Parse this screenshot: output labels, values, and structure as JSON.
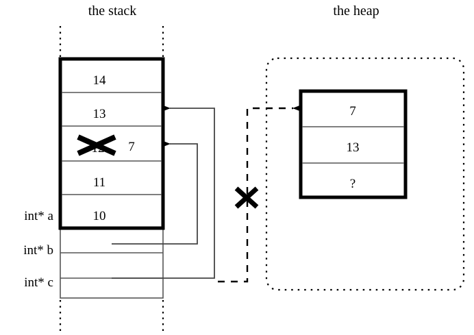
{
  "diagram": {
    "type": "memory-diagram",
    "titles": {
      "stack": "the stack",
      "heap": "the heap"
    },
    "stack": {
      "frame_cells": [
        {
          "value": "14"
        },
        {
          "value": "13"
        },
        {
          "value": "12",
          "struck_out": "true",
          "replacement_value": "7"
        },
        {
          "value": "11"
        },
        {
          "value": "10"
        }
      ],
      "variable_cells": [
        {
          "label": "int* a",
          "value": ""
        },
        {
          "label": "int* b",
          "value": ""
        },
        {
          "label": "int* c",
          "value": ""
        }
      ],
      "empty_cell_after": "true"
    },
    "heap": {
      "cells": [
        {
          "value": "7"
        },
        {
          "value": "13"
        },
        {
          "value": "?"
        }
      ]
    },
    "pointers": [
      {
        "name": "b-to-stack-cell-12",
        "from": "int* b",
        "to": "stack-cell-3",
        "style": "solid"
      },
      {
        "name": "c-to-stack-cell-13",
        "from": "int* c",
        "to": "stack-cell-2",
        "style": "solid"
      },
      {
        "name": "c-to-heap-cell-7",
        "from": "int* c",
        "to": "heap-cell-1",
        "style": "dashed",
        "invalidated": "true"
      }
    ],
    "marks": [
      {
        "name": "strike-mark-stack-value",
        "symbol": "×"
      },
      {
        "name": "strike-mark-dangling-pointer",
        "symbol": "×"
      }
    ],
    "colors": {
      "ink": "#000000",
      "background": "#ffffff",
      "thin_rule": "#555555"
    }
  }
}
